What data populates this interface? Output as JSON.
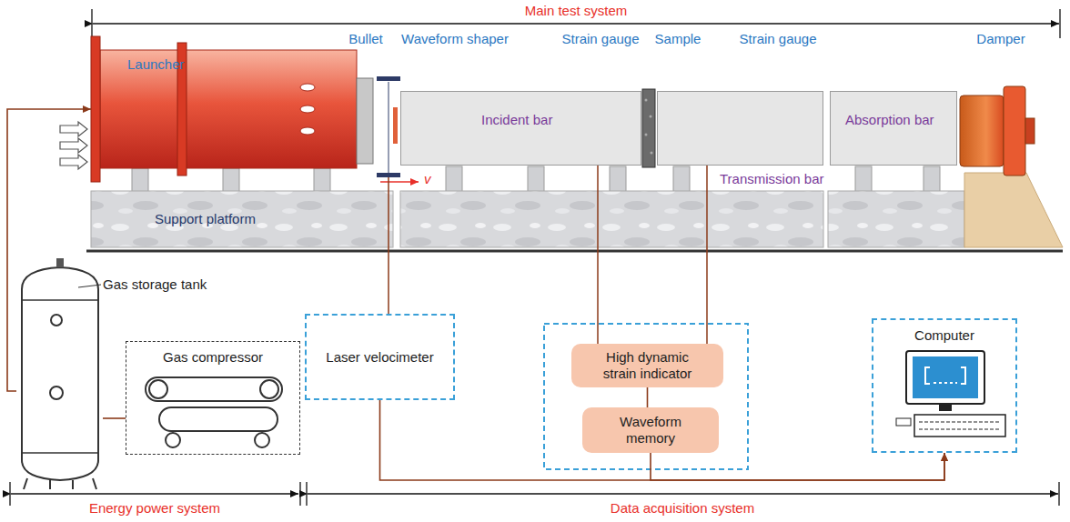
{
  "diagram": {
    "nodes": [
      {
        "text": [
          "Launcher"
        ]
      },
      {
        "text": [
          "Incident bar"
        ]
      },
      {
        "text": [
          "Transmission bar"
        ]
      },
      {
        "text": [
          "Absorption bar"
        ]
      },
      {
        "text": [
          "Support platform"
        ]
      },
      {
        "text": [
          "Gas storage tank"
        ]
      },
      {
        "text": [
          "Gas compressor"
        ]
      },
      {
        "text": [
          "Laser velocimeter"
        ]
      },
      {
        "text": [
          "High dynamic strain indicator"
        ]
      },
      {
        "text": [
          "Waveform memory"
        ]
      },
      {
        "text": [
          "Computer"
        ]
      }
    ],
    "edges": [
      {
        "from": 5,
        "to": 0,
        "arrow": "to"
      },
      {
        "from": 6,
        "to": 5,
        "arrow": "none"
      },
      {
        "from": 7,
        "to": 10,
        "arrow": "to"
      },
      {
        "from": 9,
        "to": 10,
        "arrow": "to"
      },
      {
        "from": 8,
        "to": 9,
        "arrow": "none"
      }
    ],
    "labels": [
      "Main test system",
      "Bullet",
      "Waveform shaper",
      "Strain gauge",
      "Sample",
      "Strain gauge",
      "Damper",
      "v",
      "Energy power system",
      "Data acquisition system"
    ]
  }
}
